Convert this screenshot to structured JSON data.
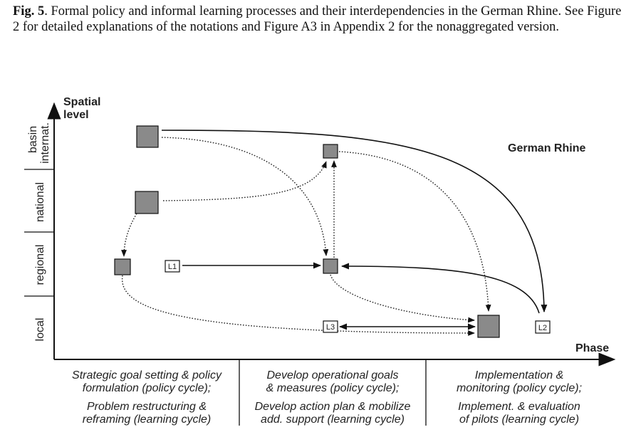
{
  "caption": {
    "label": "Fig. 5",
    "text": ". Formal policy and informal learning processes and their interdependencies in the German Rhine. See Figure 2 for detailed explanations of the notations and Figure A3 in Appendix 2 for the nonaggregated version."
  },
  "diagram": {
    "title": "German Rhine",
    "y_axis_label_line1": "Spatial",
    "y_axis_label_line2": "level",
    "x_axis_label": "Phase",
    "spatial_levels": [
      {
        "line1": "basin",
        "line2": "internat."
      },
      {
        "line1": "national",
        "line2": ""
      },
      {
        "line1": "regional",
        "line2": ""
      },
      {
        "line1": "local",
        "line2": ""
      }
    ],
    "learning_boxes": [
      "L1",
      "L2",
      "L3"
    ]
  },
  "phases": [
    {
      "policy_line1": "Strategic goal setting & policy",
      "policy_line2": "formulation (policy cycle);",
      "learning_line1": "Problem restructuring &",
      "learning_line2": "reframing (learning cycle)"
    },
    {
      "policy_line1": "Develop operational goals",
      "policy_line2": "& measures (policy cycle);",
      "learning_line1": "Develop action plan & mobilize",
      "learning_line2": "add. support (learning cycle)"
    },
    {
      "policy_line1": "Implementation &",
      "policy_line2": "monitoring (policy cycle);",
      "learning_line1": "Implement. & evaluation",
      "learning_line2": "of pilots (learning cycle)"
    }
  ]
}
